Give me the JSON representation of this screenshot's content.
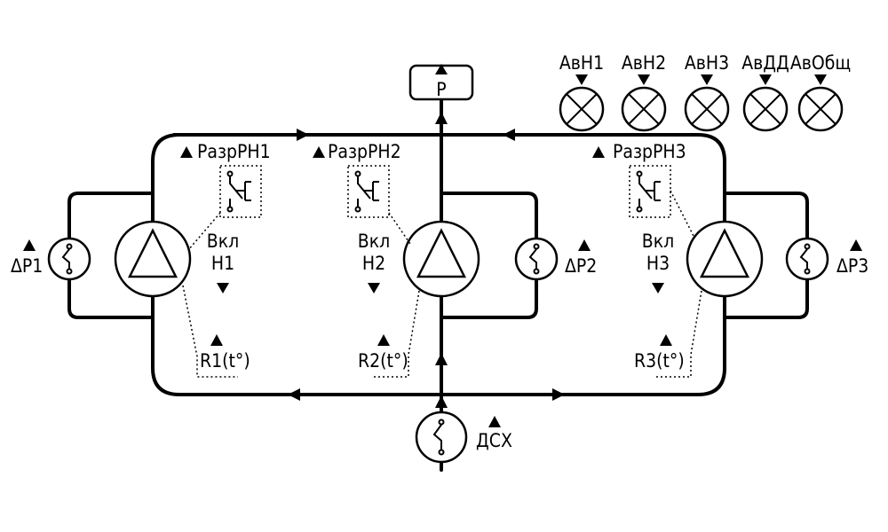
{
  "header": {
    "pressure_sensor": "P",
    "alarms": [
      "АвН1",
      "АвН2",
      "АвН3",
      "АвДД",
      "АвОбщ"
    ]
  },
  "pumps": [
    {
      "permit": "РазрРН1",
      "run_label_line1": "Вкл",
      "run_label_line2": "Н1",
      "temp_sensor": "R1(t°)",
      "dp_sensor": "ΔP1"
    },
    {
      "permit": "РазрРН2",
      "run_label_line1": "Вкл",
      "run_label_line2": "Н2",
      "temp_sensor": "R2(t°)",
      "dp_sensor": "ΔP2"
    },
    {
      "permit": "РазрРН3",
      "run_label_line1": "Вкл",
      "run_label_line2": "Н3",
      "temp_sensor": "R3(t°)",
      "dp_sensor": "ΔP3"
    }
  ],
  "inlet": {
    "dry_run_sensor": "ДСХ"
  }
}
